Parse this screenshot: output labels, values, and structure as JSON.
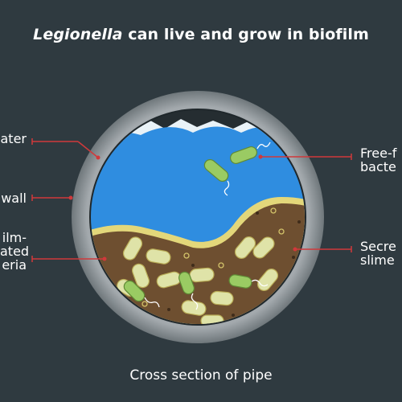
{
  "title": {
    "italic": "Legionella",
    "rest": " can live and grow in biofilm"
  },
  "caption": "Cross section of pipe",
  "labels": {
    "water": "ater",
    "wall": "wall",
    "biofilm_line1": "ilm-",
    "biofilm_line2": "ated",
    "biofilm_line3": "eria",
    "free_line1": "Free-f",
    "free_line2": "bacte",
    "slime_line1": "Secre",
    "slime_line2": "slime"
  },
  "colors": {
    "background": "#2f3a40",
    "pipe_wall": "#8e9599",
    "water": "#2f8de0",
    "biofilm_edge": "#e3d77a",
    "slime": "#6e4f30",
    "bacteria": "#dfe3a8",
    "free_bacteria": "#9acb63",
    "leader_lines": "#d0393b"
  }
}
